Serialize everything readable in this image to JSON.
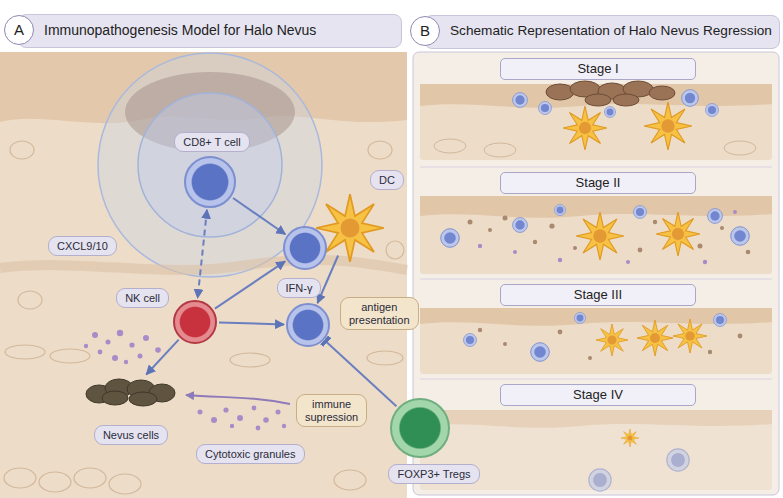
{
  "diagram": {
    "nodes": [
      {
        "text": [
          "A",
          "Immunopathogenesis Model for Halo Nevus"
        ]
      },
      {
        "text": [
          "CD8+ T cell"
        ]
      },
      {
        "text": [
          "DC"
        ]
      },
      {
        "text": [
          "CXCL9/10"
        ]
      },
      {
        "text": [
          "NK cell"
        ]
      },
      {
        "text": [
          "IFN-γ"
        ]
      },
      {
        "text": [
          "antigen presentation"
        ]
      },
      {
        "text": [
          "Nevus cells"
        ]
      },
      {
        "text": [
          "immune supression"
        ]
      },
      {
        "text": [
          "Cytotoxic granules"
        ]
      },
      {
        "text": [
          "FOXP3+ Tregs"
        ]
      },
      {
        "text": [
          "B",
          "Schematic Representation of Halo Nevus Regression"
        ]
      },
      {
        "text": [
          "Stage I"
        ],
        "in": 11
      },
      {
        "text": [
          "Stage II"
        ],
        "in": 11
      },
      {
        "text": [
          "Stage III"
        ],
        "in": 11
      },
      {
        "text": [
          "Stage IV"
        ],
        "in": 11
      }
    ],
    "edges": [
      {
        "from": 1,
        "to": 5,
        "arrow": "to"
      },
      {
        "from": 1,
        "to": 4,
        "arrow": "both"
      },
      {
        "from": 4,
        "to": 5,
        "arrow": "to"
      },
      {
        "from": 4,
        "to": 6,
        "arrow": "to"
      },
      {
        "from": 4,
        "to": 7,
        "arrow": "to"
      },
      {
        "from": 2,
        "to": 6,
        "arrow": "to"
      },
      {
        "from": 10,
        "to": 6,
        "arrow": "to"
      }
    ]
  }
}
